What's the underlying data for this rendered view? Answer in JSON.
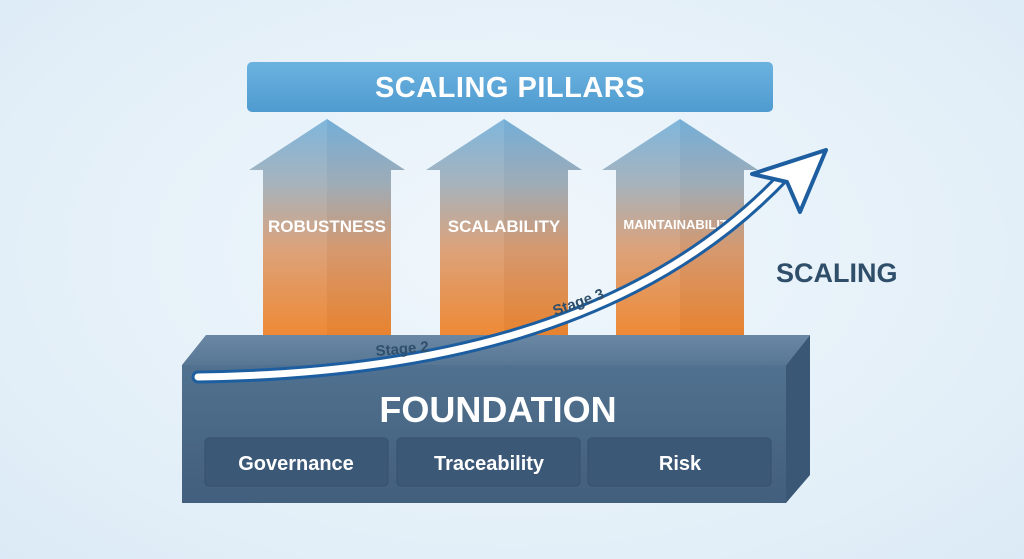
{
  "banner": {
    "title": "SCALING PILLARS"
  },
  "pillars": [
    {
      "label": "ROBUSTNESS"
    },
    {
      "label": "SCALABILITY"
    },
    {
      "label": "MAINTAINABILITY"
    }
  ],
  "foundation": {
    "title": "FOUNDATION",
    "items": [
      {
        "label": "Governance"
      },
      {
        "label": "Traceability"
      },
      {
        "label": "Risk"
      }
    ]
  },
  "curve": {
    "stage2_label": "Stage 2",
    "stage3_label": "Stage 3",
    "side_label": "SCALING"
  },
  "colors": {
    "background": "#e8f2fa",
    "banner": "#5ea8d8",
    "pillar_top": "#7fb6dc",
    "pillar_bottom": "#ef8e3c",
    "foundation_front": "#4a6b8c",
    "foundation_top": "#5c7c9b",
    "foundation_side": "#3a5775",
    "foundation_panel": "#3c5877",
    "curve_outline": "#1d5ea0",
    "curve_fill": "#ffffff",
    "scaling_text": "#2f4e6a"
  }
}
